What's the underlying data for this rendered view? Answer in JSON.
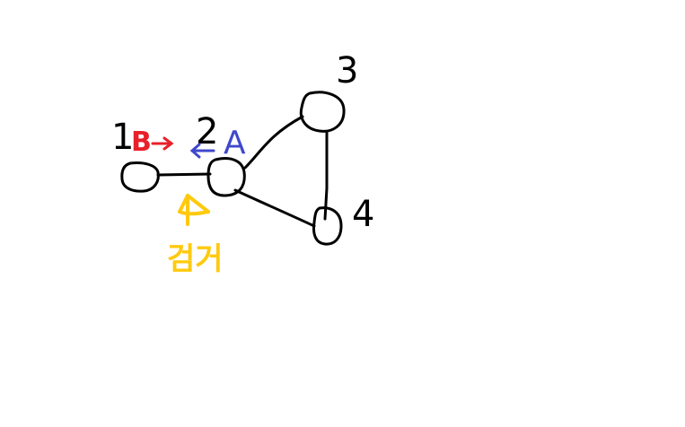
{
  "nodes": [
    {
      "id": "1",
      "label": "1"
    },
    {
      "id": "2",
      "label": "2"
    },
    {
      "id": "3",
      "label": "3"
    },
    {
      "id": "4",
      "label": "4"
    }
  ],
  "edges": [
    {
      "from": "1",
      "to": "2"
    },
    {
      "from": "2",
      "to": "3"
    },
    {
      "from": "2",
      "to": "4"
    },
    {
      "from": "3",
      "to": "4"
    }
  ],
  "annotations": {
    "red_label": "B",
    "blue_label": "A",
    "yellow_text": "검거"
  },
  "colors": {
    "black": "#000000",
    "red": "#e8202a",
    "blue": "#3f48cc",
    "yellow": "#ffc90e"
  }
}
